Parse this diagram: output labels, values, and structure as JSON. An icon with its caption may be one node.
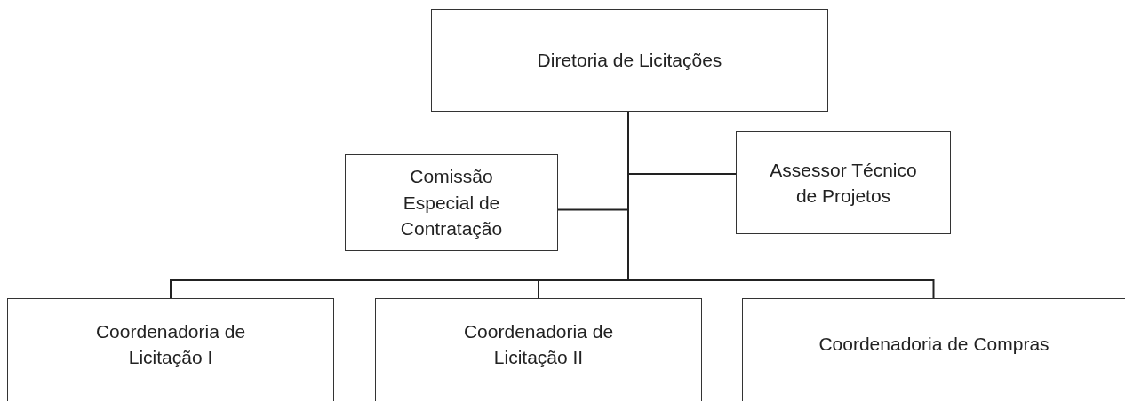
{
  "diagram": {
    "nodes": [
      {
        "text": [
          "Diretoria de Licitações"
        ]
      },
      {
        "text": [
          "Comissão Especial de Contratação"
        ]
      },
      {
        "text": [
          "Assessor Técnico de Projetos"
        ]
      },
      {
        "text": [
          "Coordenadoria de Licitação I"
        ]
      },
      {
        "text": [
          "Coordenadoria de Licitação II"
        ]
      },
      {
        "text": [
          "Coordenadoria de Compras"
        ]
      }
    ],
    "edges": [
      {
        "from": 0,
        "to": 1,
        "arrow": "none"
      },
      {
        "from": 0,
        "to": 2,
        "arrow": "none"
      },
      {
        "from": 0,
        "to": 3,
        "arrow": "none"
      },
      {
        "from": 0,
        "to": 4,
        "arrow": "none"
      },
      {
        "from": 0,
        "to": 5,
        "arrow": "none"
      }
    ]
  }
}
